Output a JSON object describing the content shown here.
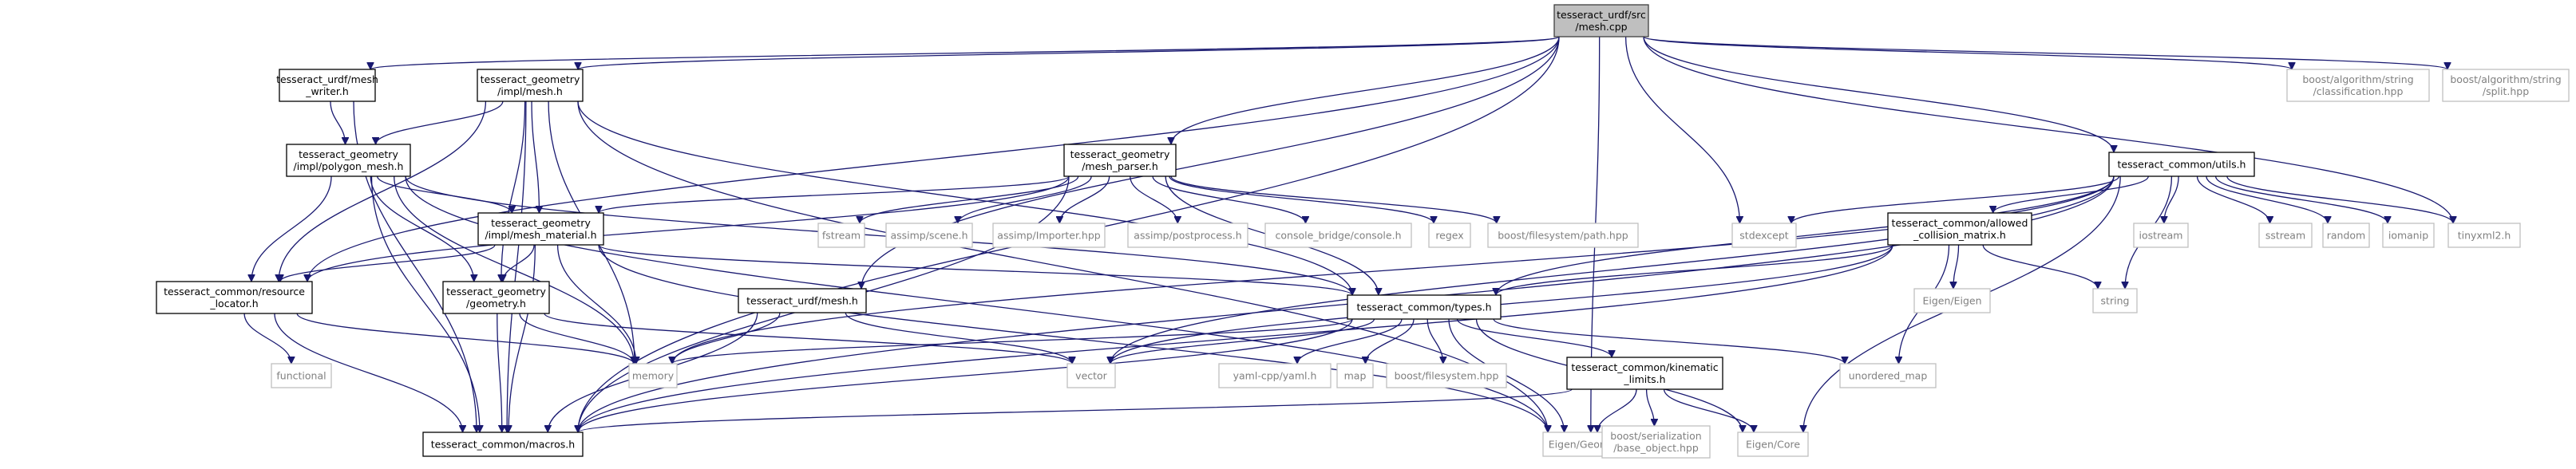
{
  "title": "tesseract_urdf/src/mesh.cpp include dependency graph",
  "colors": {
    "edge": "#191970",
    "root_fill": "#bfbfbf",
    "ext_border": "#bfbfbf",
    "ext_text": "#808080"
  },
  "nodes": [
    {
      "id": "root",
      "kind": "root",
      "lines": [
        "tesseract_urdf/src",
        "/mesh.cpp"
      ]
    },
    {
      "id": "mesh_writer",
      "kind": "internal",
      "lines": [
        "tesseract_urdf/mesh",
        "_writer.h"
      ]
    },
    {
      "id": "impl_mesh",
      "kind": "internal",
      "lines": [
        "tesseract_geometry",
        "/impl/mesh.h"
      ]
    },
    {
      "id": "polygon_mesh",
      "kind": "internal",
      "lines": [
        "tesseract_geometry",
        "/impl/polygon_mesh.h"
      ]
    },
    {
      "id": "mesh_material",
      "kind": "internal",
      "lines": [
        "tesseract_geometry",
        "/impl/mesh_material.h"
      ]
    },
    {
      "id": "resource_locator",
      "kind": "internal",
      "lines": [
        "tesseract_common/resource",
        "_locator.h"
      ]
    },
    {
      "id": "geometry",
      "kind": "internal",
      "lines": [
        "tesseract_geometry",
        "/geometry.h"
      ]
    },
    {
      "id": "macros",
      "kind": "internal",
      "lines": [
        "tesseract_common/macros.h"
      ]
    },
    {
      "id": "functional",
      "kind": "external",
      "lines": [
        "functional"
      ]
    },
    {
      "id": "memory",
      "kind": "external",
      "lines": [
        "memory"
      ]
    },
    {
      "id": "urdf_mesh",
      "kind": "internal",
      "lines": [
        "tesseract_urdf/mesh.h"
      ]
    },
    {
      "id": "vector",
      "kind": "external",
      "lines": [
        "vector"
      ]
    },
    {
      "id": "mesh_parser",
      "kind": "internal",
      "lines": [
        "tesseract_geometry",
        "/mesh_parser.h"
      ]
    },
    {
      "id": "fstream",
      "kind": "external",
      "lines": [
        "fstream"
      ]
    },
    {
      "id": "assimp_scene",
      "kind": "external",
      "lines": [
        "assimp/scene.h"
      ]
    },
    {
      "id": "assimp_importer",
      "kind": "external",
      "lines": [
        "assimp/Importer.hpp"
      ]
    },
    {
      "id": "assimp_postprocess",
      "kind": "external",
      "lines": [
        "assimp/postprocess.h"
      ]
    },
    {
      "id": "console_bridge",
      "kind": "external",
      "lines": [
        "console_bridge/console.h"
      ]
    },
    {
      "id": "regex",
      "kind": "external",
      "lines": [
        "regex"
      ]
    },
    {
      "id": "boost_fs_path",
      "kind": "external",
      "lines": [
        "boost/filesystem/path.hpp"
      ]
    },
    {
      "id": "types",
      "kind": "internal",
      "lines": [
        "tesseract_common/types.h"
      ]
    },
    {
      "id": "yaml",
      "kind": "external",
      "lines": [
        "yaml-cpp/yaml.h"
      ]
    },
    {
      "id": "map",
      "kind": "external",
      "lines": [
        "map"
      ]
    },
    {
      "id": "boost_fs",
      "kind": "external",
      "lines": [
        "boost/filesystem.hpp"
      ]
    },
    {
      "id": "kinematic_limits",
      "kind": "internal",
      "lines": [
        "tesseract_common/kinematic",
        "_limits.h"
      ]
    },
    {
      "id": "eigen_geometry",
      "kind": "external",
      "lines": [
        "Eigen/Geometry"
      ]
    },
    {
      "id": "boost_serialization",
      "kind": "external",
      "lines": [
        "boost/serialization",
        "/base_object.hpp"
      ]
    },
    {
      "id": "eigen_core",
      "kind": "external",
      "lines": [
        "Eigen/Core"
      ]
    },
    {
      "id": "stdexcept",
      "kind": "external",
      "lines": [
        "stdexcept"
      ]
    },
    {
      "id": "utils",
      "kind": "internal",
      "lines": [
        "tesseract_common/utils.h"
      ]
    },
    {
      "id": "acm",
      "kind": "internal",
      "lines": [
        "tesseract_common/allowed",
        "_collision_matrix.h"
      ]
    },
    {
      "id": "eigen_eigen",
      "kind": "external",
      "lines": [
        "Eigen/Eigen"
      ]
    },
    {
      "id": "unordered_map",
      "kind": "external",
      "lines": [
        "unordered_map"
      ]
    },
    {
      "id": "iostream",
      "kind": "external",
      "lines": [
        "iostream"
      ]
    },
    {
      "id": "sstream",
      "kind": "external",
      "lines": [
        "sstream"
      ]
    },
    {
      "id": "random",
      "kind": "external",
      "lines": [
        "random"
      ]
    },
    {
      "id": "iomanip",
      "kind": "external",
      "lines": [
        "iomanip"
      ]
    },
    {
      "id": "tinyxml2",
      "kind": "external",
      "lines": [
        "tinyxml2.h"
      ]
    },
    {
      "id": "string",
      "kind": "external",
      "lines": [
        "string"
      ]
    },
    {
      "id": "boost_classification",
      "kind": "external",
      "lines": [
        "boost/algorithm/string",
        "/classification.hpp"
      ]
    },
    {
      "id": "boost_split",
      "kind": "external",
      "lines": [
        "boost/algorithm/string",
        "/split.hpp"
      ]
    }
  ],
  "edges": [
    [
      "root",
      "mesh_writer"
    ],
    [
      "root",
      "impl_mesh"
    ],
    [
      "root",
      "resource_locator"
    ],
    [
      "root",
      "macros"
    ],
    [
      "root",
      "urdf_mesh"
    ],
    [
      "root",
      "mesh_parser"
    ],
    [
      "root",
      "stdexcept"
    ],
    [
      "root",
      "utils"
    ],
    [
      "root",
      "eigen_geometry"
    ],
    [
      "root",
      "tinyxml2"
    ],
    [
      "root",
      "boost_classification"
    ],
    [
      "root",
      "boost_split"
    ],
    [
      "mesh_writer",
      "polygon_mesh"
    ],
    [
      "mesh_writer",
      "macros"
    ],
    [
      "impl_mesh",
      "polygon_mesh"
    ],
    [
      "impl_mesh",
      "mesh_material"
    ],
    [
      "impl_mesh",
      "resource_locator"
    ],
    [
      "impl_mesh",
      "geometry"
    ],
    [
      "impl_mesh",
      "macros"
    ],
    [
      "impl_mesh",
      "memory"
    ],
    [
      "impl_mesh",
      "types"
    ],
    [
      "impl_mesh",
      "eigen_geometry"
    ],
    [
      "polygon_mesh",
      "mesh_material"
    ],
    [
      "polygon_mesh",
      "resource_locator"
    ],
    [
      "polygon_mesh",
      "geometry"
    ],
    [
      "polygon_mesh",
      "macros"
    ],
    [
      "polygon_mesh",
      "memory"
    ],
    [
      "polygon_mesh",
      "types"
    ],
    [
      "polygon_mesh",
      "eigen_geometry"
    ],
    [
      "mesh_material",
      "resource_locator"
    ],
    [
      "mesh_material",
      "geometry"
    ],
    [
      "mesh_material",
      "macros"
    ],
    [
      "mesh_material",
      "memory"
    ],
    [
      "mesh_material",
      "types"
    ],
    [
      "mesh_material",
      "eigen_geometry"
    ],
    [
      "resource_locator",
      "functional"
    ],
    [
      "resource_locator",
      "memory"
    ],
    [
      "resource_locator",
      "macros"
    ],
    [
      "geometry",
      "memory"
    ],
    [
      "geometry",
      "macros"
    ],
    [
      "geometry",
      "vector"
    ],
    [
      "urdf_mesh",
      "memory"
    ],
    [
      "urdf_mesh",
      "macros"
    ],
    [
      "urdf_mesh",
      "vector"
    ],
    [
      "mesh_parser",
      "mesh_material"
    ],
    [
      "mesh_parser",
      "resource_locator"
    ],
    [
      "mesh_parser",
      "fstream"
    ],
    [
      "mesh_parser",
      "assimp_scene"
    ],
    [
      "mesh_parser",
      "assimp_importer"
    ],
    [
      "mesh_parser",
      "assimp_postprocess"
    ],
    [
      "mesh_parser",
      "console_bridge"
    ],
    [
      "mesh_parser",
      "regex"
    ],
    [
      "mesh_parser",
      "boost_fs_path"
    ],
    [
      "mesh_parser",
      "types"
    ],
    [
      "mesh_parser",
      "macros"
    ],
    [
      "types",
      "memory"
    ],
    [
      "types",
      "vector"
    ],
    [
      "types",
      "yaml"
    ],
    [
      "types",
      "map"
    ],
    [
      "types",
      "boost_fs"
    ],
    [
      "types",
      "kinematic_limits"
    ],
    [
      "types",
      "eigen_geometry"
    ],
    [
      "types",
      "eigen_core"
    ],
    [
      "types",
      "unordered_map"
    ],
    [
      "types",
      "macros"
    ],
    [
      "kinematic_limits",
      "macros"
    ],
    [
      "kinematic_limits",
      "eigen_geometry"
    ],
    [
      "kinematic_limits",
      "boost_serialization"
    ],
    [
      "kinematic_limits",
      "eigen_core"
    ],
    [
      "utils",
      "stdexcept"
    ],
    [
      "utils",
      "acm"
    ],
    [
      "utils",
      "types"
    ],
    [
      "utils",
      "vector"
    ],
    [
      "utils",
      "macros"
    ],
    [
      "utils",
      "iostream"
    ],
    [
      "utils",
      "string"
    ],
    [
      "utils",
      "sstream"
    ],
    [
      "utils",
      "random"
    ],
    [
      "utils",
      "iomanip"
    ],
    [
      "utils",
      "tinyxml2"
    ],
    [
      "utils",
      "eigen_core"
    ],
    [
      "utils",
      "memory"
    ],
    [
      "acm",
      "types"
    ],
    [
      "acm",
      "eigen_eigen"
    ],
    [
      "acm",
      "unordered_map"
    ],
    [
      "acm",
      "string"
    ],
    [
      "acm",
      "vector"
    ],
    [
      "acm",
      "macros"
    ]
  ]
}
